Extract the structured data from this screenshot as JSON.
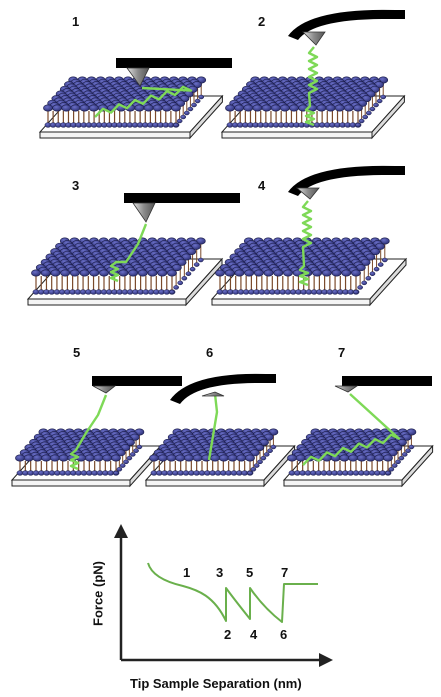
{
  "panels": [
    {
      "label": "1",
      "tip": "straight",
      "protein": "embedded"
    },
    {
      "label": "2",
      "tip": "bent",
      "protein": "coiled-stretch"
    },
    {
      "label": "3",
      "tip": "straight",
      "protein": "partly-pulled"
    },
    {
      "label": "4",
      "tip": "bent",
      "protein": "coiled-stretch"
    },
    {
      "label": "5",
      "tip": "straight",
      "protein": "partly-pulled"
    },
    {
      "label": "6",
      "tip": "bent",
      "protein": "stretched"
    },
    {
      "label": "7",
      "tip": "straight",
      "protein": "embedded"
    }
  ],
  "plot": {
    "y_axis_label": "Force (pN)",
    "x_axis_label": "Tip Sample Separation (nm)",
    "peak_labels": [
      "1",
      "3",
      "5",
      "7"
    ],
    "trough_labels": [
      "2",
      "4",
      "6"
    ],
    "curve_color": "#6ab04c"
  },
  "colors": {
    "lipid_head": "#3b3f8f",
    "tail": "#7a4a2a",
    "protein": "#7ed957",
    "cantilever": "#000000",
    "tip": "#9a9a9a",
    "substrate": "#ffffff"
  }
}
